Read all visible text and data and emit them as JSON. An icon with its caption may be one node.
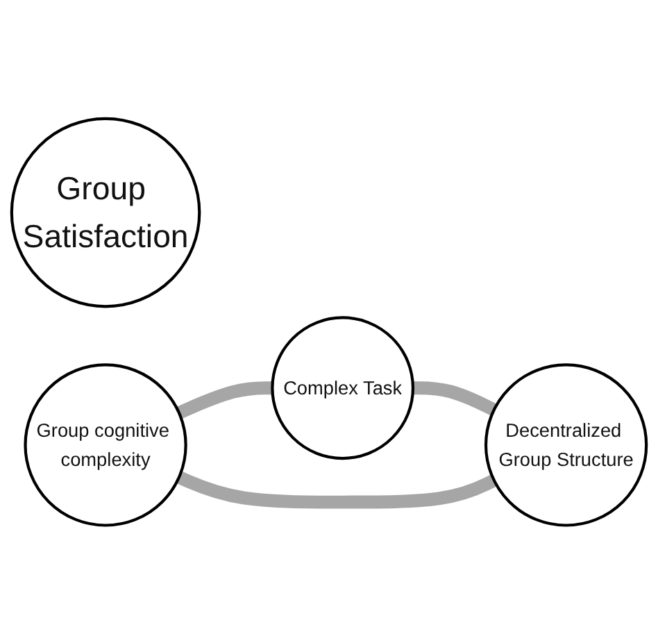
{
  "diagram": {
    "nodes": [
      {
        "text": [
          "Complex Task"
        ]
      },
      {
        "text": [
          "Group Satisfaction"
        ]
      },
      {
        "text": [
          "Group cognitive complexity"
        ]
      },
      {
        "text": [
          "Decentralized Group Structure"
        ]
      }
    ],
    "edges": [
      {
        "from": 2,
        "to": 0,
        "arrow": "none"
      },
      {
        "from": 0,
        "to": 3,
        "arrow": "none"
      },
      {
        "from": 2,
        "to": 3,
        "arrow": "none"
      }
    ]
  }
}
